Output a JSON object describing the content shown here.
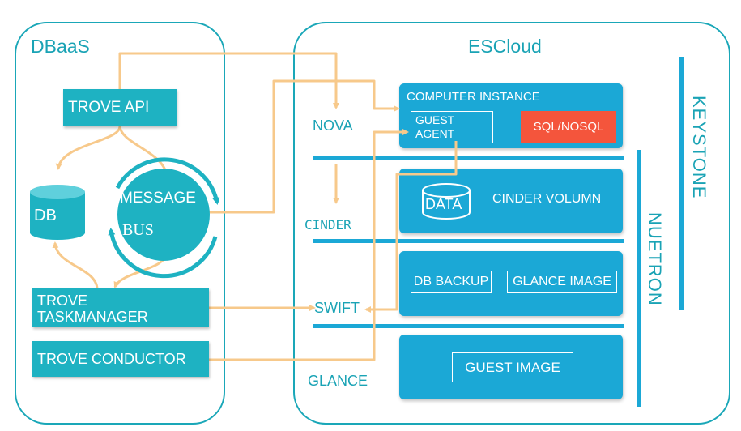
{
  "dbaas": {
    "title": "DBaaS",
    "trove_api": "TROVE API",
    "db": "DB",
    "message": "MESSAGE",
    "bus": "BUS",
    "taskmanager_line1": "TROVE",
    "taskmanager_line2": "TASKMANAGER",
    "conductor": "TROVE CONDUCTOR"
  },
  "escloud": {
    "title": "ESCloud",
    "nova": "NOVA",
    "cinder": "CINDER",
    "swift": "SWIFT",
    "glance": "GLANCE",
    "keystone": "KEYSTONE",
    "nuetron": "NUETRON",
    "computer_instance": "COMPUTER INSTANCE",
    "guest_agent_line1": "GUEST",
    "guest_agent_line2": "AGENT",
    "sql_nosql": "SQL/NOSQL",
    "data": "DATA",
    "cinder_volumn": "CINDER VOLUMN",
    "db_backup": "DB BACKUP",
    "glance_image": "GLANCE IMAGE",
    "guest_image": "GUEST IMAGE"
  },
  "colors": {
    "teal": "#1eb2c2",
    "blue": "#1ba8d6",
    "arrow": "#f7c98b",
    "red": "#f4553c"
  }
}
